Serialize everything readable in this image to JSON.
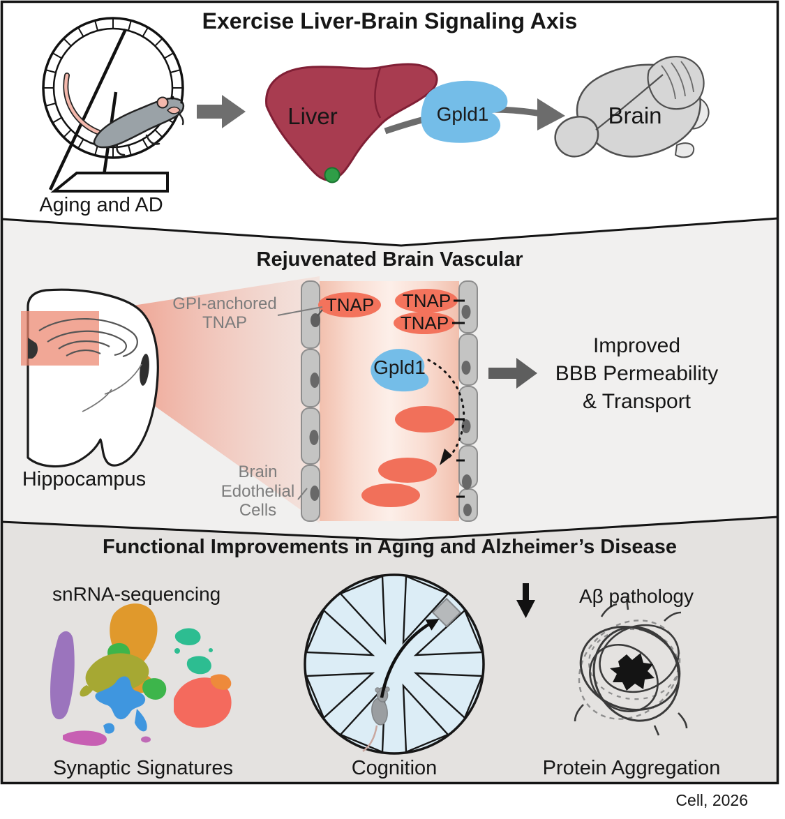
{
  "credit": "Cell, 2026",
  "top_panel": {
    "title": "Exercise Liver-Brain Signaling Axis",
    "wheel_caption": "Aging and AD",
    "liver_label": "Liver",
    "gpld1_label": "Gpld1",
    "brain_label": "Brain"
  },
  "middle_panel": {
    "title": "Rejuvenated Brain Vascular",
    "gpi_anchor": {
      "line1": "GPI-anchored",
      "line2": "TNAP"
    },
    "tnap_left": "TNAP",
    "tnap_right_top": "TNAP",
    "tnap_right_bottom": "TNAP",
    "gpld1_label": "Gpld1",
    "outcome": {
      "line1": "Improved",
      "line2": "BBB Permeability",
      "line3": "& Transport"
    },
    "hippocampus_caption": "Hippocampus",
    "endothelial": {
      "line1": "Brain",
      "line2": "Edothelial",
      "line3": "Cells"
    }
  },
  "bottom_panel": {
    "title": "Functional Improvements in Aging and Alzheimer’s Disease",
    "umap_title": "snRNA-sequencing",
    "umap_caption": "Synaptic Signatures",
    "maze_caption": "Cognition",
    "abeta_label": "Aβ pathology",
    "aggregate_caption": "Protein Aggregation"
  },
  "colors": {
    "liver": "#a83c50",
    "gallbladder_green": "#2f9e47",
    "gpld1_blue": "#74bde8",
    "tnap_orange": "#f3735c",
    "brain_gray": "#d6d6d6",
    "maze_blue": "#dcedf6",
    "middle_panel_bg": "#f1f0ef",
    "bottom_panel_bg": "#e4e2e0",
    "arrow_gray": "#6e6e6e"
  }
}
